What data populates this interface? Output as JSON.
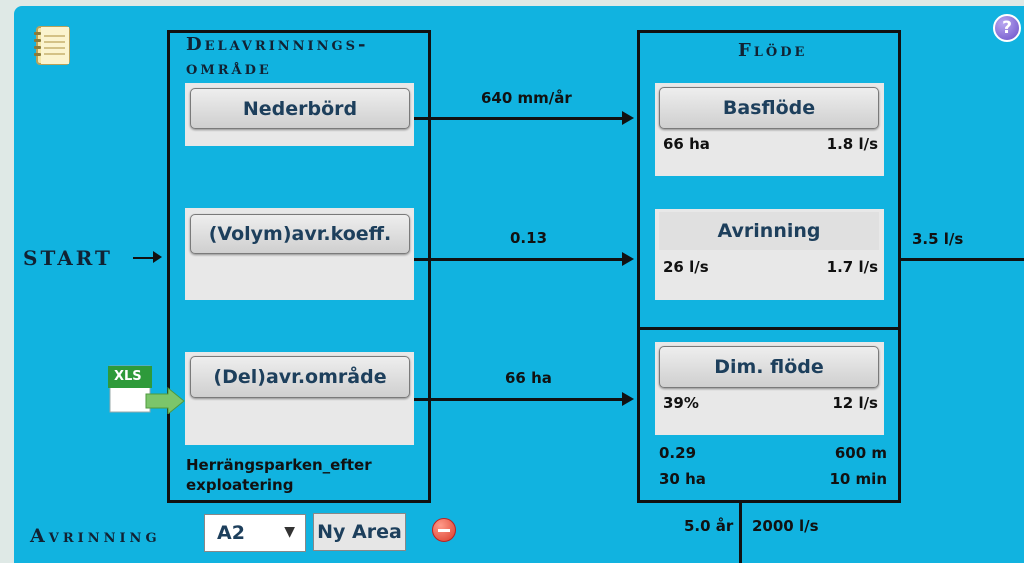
{
  "sub": {
    "title_line1": "Delavrinnings-",
    "title_line2": "område",
    "nederbord_btn": "Nederbörd",
    "volym_btn": "(Volym)avr.koeff.",
    "del_btn": "(Del)avr.område",
    "area_name_line1": "Herrängsparken_efter",
    "area_name_line2": "exploatering"
  },
  "flow": {
    "title": "Flöde",
    "basflode_btn": "Basflöde",
    "basflode_area": "66 ha",
    "basflode_flow": "1.8 l/s",
    "avrinning_label": "Avrinning",
    "avrinning_left": "26 l/s",
    "avrinning_right": "1.7 l/s",
    "dim_btn": "Dim. flöde",
    "dim_percent": "39%",
    "dim_flow": "12 l/s",
    "dim_coef": "0.29",
    "dim_length": "600 m",
    "dim_area": "30 ha",
    "dim_time": "10 min"
  },
  "connectors": {
    "precip": "640 mm/år",
    "coeff": "0.13",
    "area": "66 ha",
    "total_flow": "3.5 l/s",
    "return_period": "5.0 år",
    "dim_total": "2000 l/s"
  },
  "start_label": "START",
  "xls_label": "XLS",
  "bottom": {
    "avrinning_label": "Avrinning",
    "select_value": "A2",
    "ny_area_btn": "Ny Area"
  },
  "help_label": "?"
}
